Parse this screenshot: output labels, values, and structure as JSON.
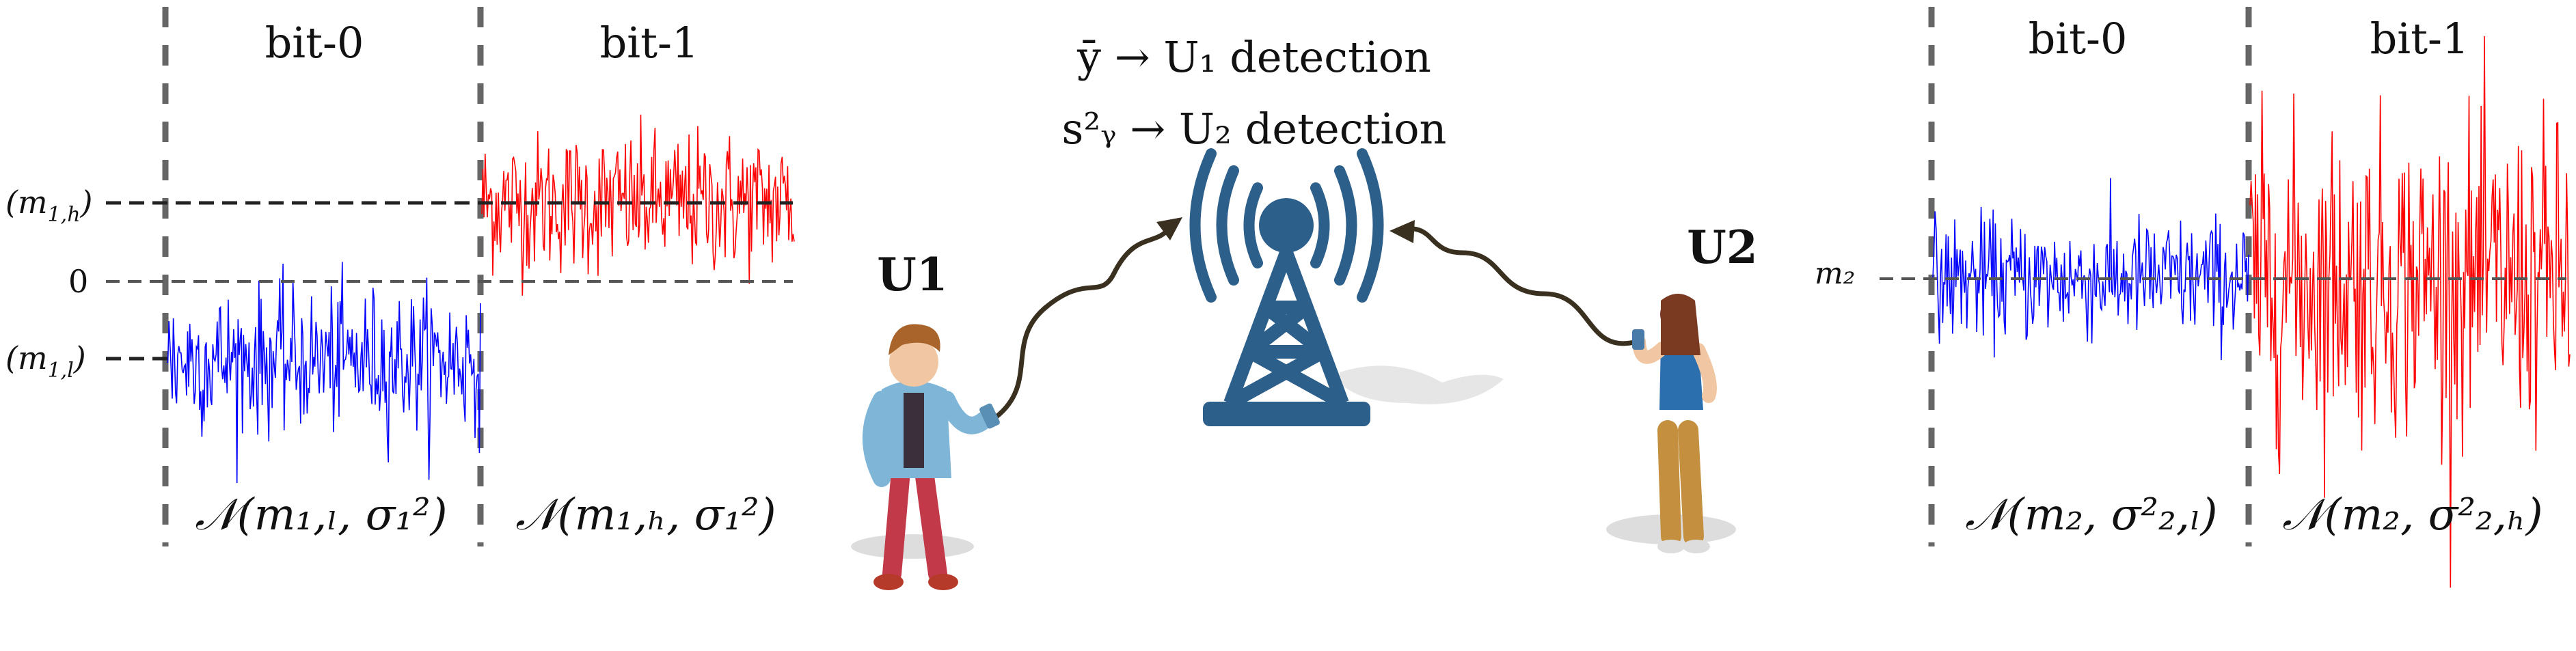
{
  "user1_panel": {
    "bit0_label": "bit-0",
    "bit1_label": "bit-1",
    "ticks": {
      "m1h": "(m_{1,h})",
      "zero": "0",
      "m1l": "(m_{1,l})"
    },
    "bit0_distribution": "𝒩(m₁,ₗ, σ₁²)",
    "bit1_distribution": "𝒩(m₁,ₕ, σ₁²)",
    "bit0_color": "#0000ff",
    "bit1_color": "#ff0000",
    "bit0_mean": -1,
    "bit1_mean": 1,
    "bit0_sigma": 0.45,
    "bit1_sigma": 0.45
  },
  "center": {
    "line1": "ȳ → U₁ detection",
    "line2": "s²ᵧ → U₂ detection",
    "user1_label": "U1",
    "user2_label": "U2",
    "tower_color": "#2d5f8b",
    "arrow_color": "#3a3020"
  },
  "user2_panel": {
    "bit0_label": "bit-0",
    "bit1_label": "bit-1",
    "mean_label": "m₂",
    "bit0_distribution": "𝒩(m₂, σ²₂,ₗ)",
    "bit1_distribution": "𝒩(m₂, σ²₂,ₕ)",
    "bit0_color": "#0000ff",
    "bit1_color": "#ff0000",
    "bit0_sigma": 0.3,
    "bit1_sigma": 0.75
  }
}
